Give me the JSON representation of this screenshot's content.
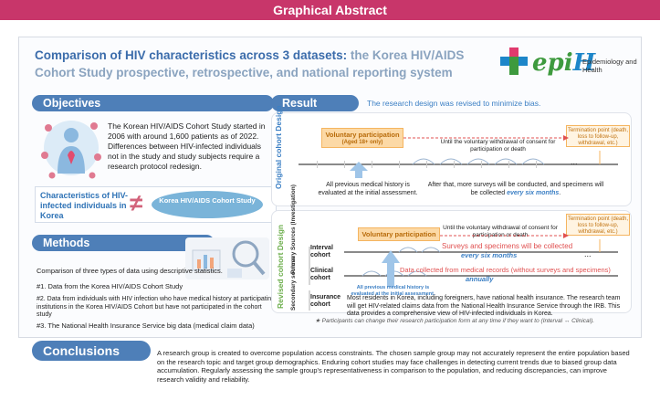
{
  "header": {
    "title": "Graphical Abstract"
  },
  "paper": {
    "title_bold": "Comparison of HIV characteristics across 3 datasets:",
    "title_rest_line1": " the Korea HIV/AIDS",
    "title_line2": "Cohort Study prospective, retrospective, and national reporting system"
  },
  "logo": {
    "word_a": "epi",
    "word_b": "H",
    "subtitle": "Epidemiology and Health"
  },
  "objectives": {
    "heading": "Objectives",
    "text": "The Korean HIV/AIDS Cohort Study started in 2006 with around 1,600 patients as of 2022. Differences between HIV-infected individuals not in the study and study subjects require a research protocol redesign.",
    "char_label": "Characteristics of HIV-infected individuals in Korea",
    "neq": "≠",
    "oval_label": "Korea HIV/AIDS Cohort Study"
  },
  "methods": {
    "heading": "Methods",
    "intro": "Comparison of three types of data using descriptive statistics.",
    "item1": "#1. Data from the Korea HIV/AIDS Cohort Study",
    "item2": "#2. Data from individuals with HIV infection who have medical history at participating institutions in the Korea HIV/AIDS Cohort but have not participated in the cohort study",
    "item3": "#3. The National Health Insurance Service big data (medical claim data)"
  },
  "result": {
    "heading": "Result",
    "subtitle": "The research design was revised to minimize bias.",
    "original": {
      "label": "Original cohort Design",
      "vp_title": "Voluntary participation",
      "vp_sub": "(Aged 18+ only)",
      "until": "Until the voluntary withdrawal of consent for participation or death",
      "termination": "Termination point (death, loss to follow-up, withdrawal, etc.)",
      "history": "All previous medical history is evaluated at the initial assessment.",
      "after": "After that, more surveys will be conducted, and specimens will be collected",
      "after_em": "every six months",
      "after_end": ".",
      "dots": "..."
    },
    "revised": {
      "label": "Revised cohort Design",
      "primary": "Primary Sources (Investigation)",
      "secondary": "Secondary sources",
      "interval": "Interval cohort",
      "clinical": "Clinical cohort",
      "insurance": "Insurance cohort",
      "vp_title": "Voluntary participation",
      "until": "Until the voluntary withdrawal of consent for participation or death",
      "termination": "Termination point (death, loss to follow-up, withdrawal, etc.)",
      "surveys": "Surveys and specimens will be collected",
      "every6": "every six months",
      "records": "Data collected from medical records (without surveys and specimens)",
      "annually": "annually",
      "history": "All previous medical history is evaluated at the initial assessment.",
      "insurance_text": "Most residents in Korea, including foreigners, have national health insurance. The research team will get HIV-related claims data from the National Health Insurance Service through the IRB. This data provides a comprehensive view of HIV-infected individuals in Korea.",
      "dots": "..."
    },
    "footnote": "★ Participants can change their research participation form at any time if they want to (Interval ↔ Clinical)."
  },
  "conclusions": {
    "heading": "Conclusions",
    "text": "A research group is created to overcome population access constraints. The chosen sample group may not accurately represent the entire population based on the research topic and target group demographics. Enduring cohort studies may face challenges in detecting current trends due to biased group data accumulation. Regularly assessing the sample group's representativeness in comparison to the population, and reducing discrepancies, can improve research validity and reliability."
  },
  "colors": {
    "header": "#c8366a",
    "accent_blue": "#4e7fb8",
    "title_blue": "#3b6cab",
    "green": "#6cae4c",
    "orange": "#f5b560",
    "red": "#d2627a"
  }
}
